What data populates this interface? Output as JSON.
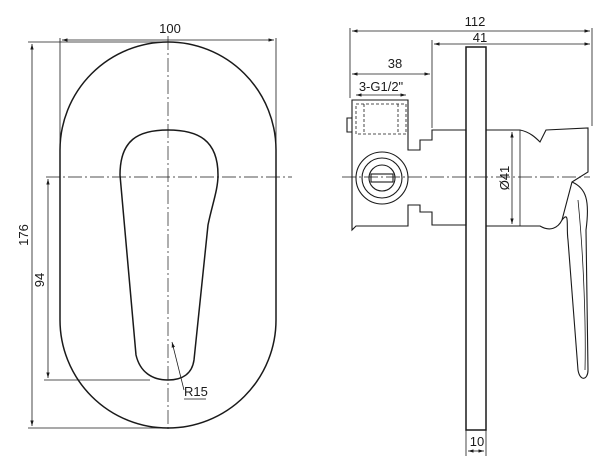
{
  "front_view": {
    "dim_width": "100",
    "dim_height": "176",
    "dim_handle_height": "94",
    "dim_radius": "R15"
  },
  "side_view": {
    "dim_total_depth": "112",
    "dim_plate_to_handle": "41",
    "dim_inlet_depth": "38",
    "dim_connection": "3-G1/2\"",
    "dim_diameter": "Ø41",
    "dim_plate_thickness": "10"
  }
}
